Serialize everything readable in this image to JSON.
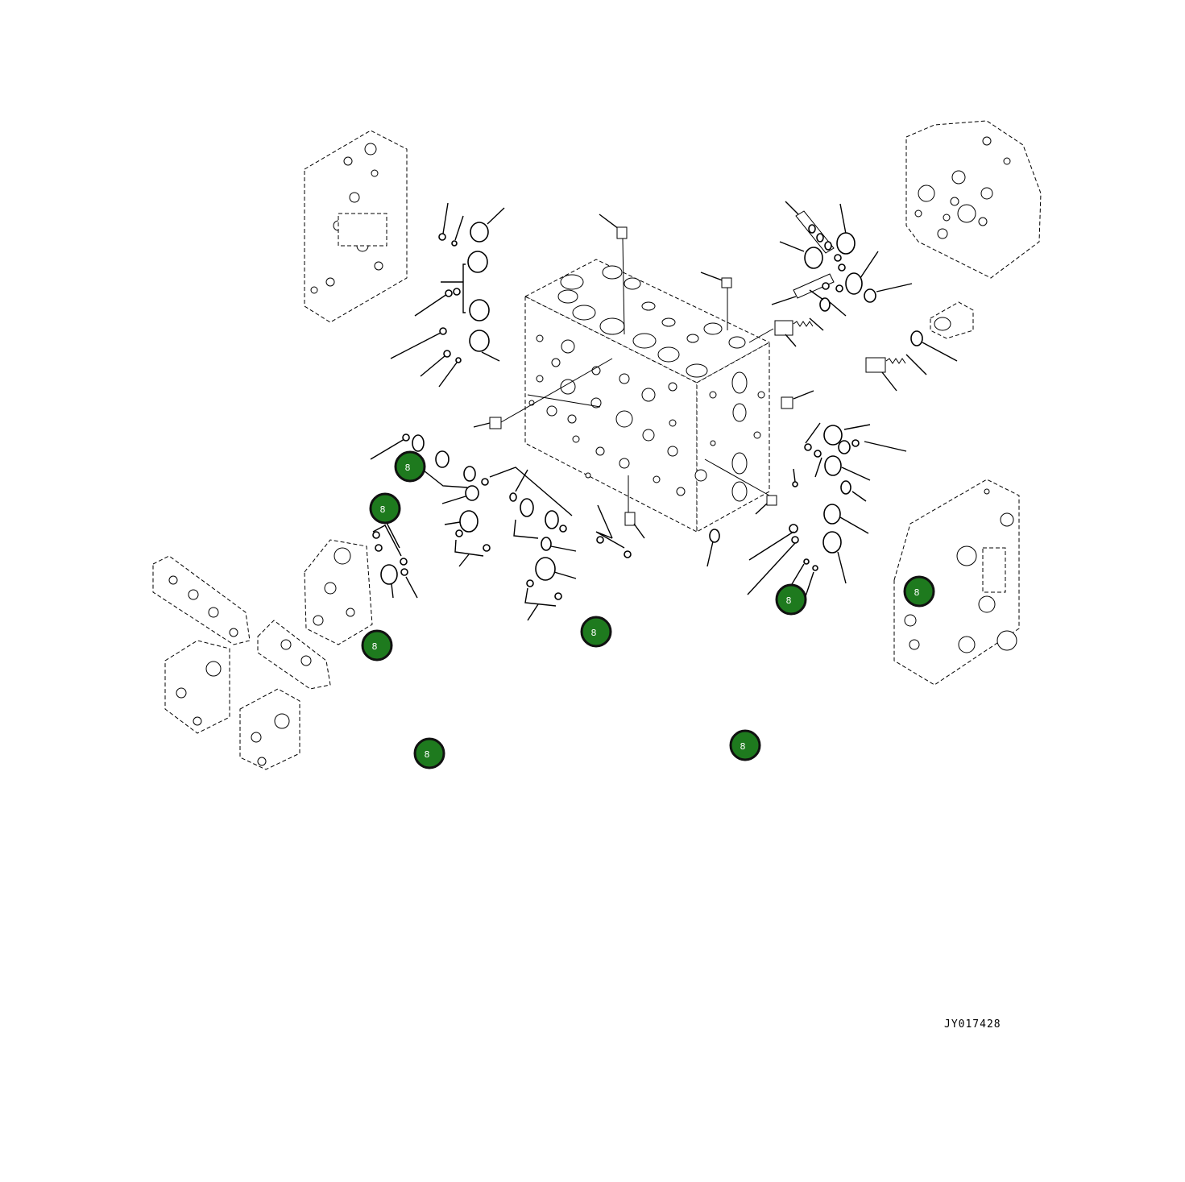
{
  "drawing": {
    "code": "JY017428"
  },
  "callouts": [
    {
      "label": "8"
    },
    {
      "label": "8"
    },
    {
      "label": "8"
    },
    {
      "label": "8"
    },
    {
      "label": "8"
    },
    {
      "label": "8"
    },
    {
      "label": "8"
    },
    {
      "label": "8"
    }
  ],
  "colors": {
    "callout_fill": "#1e7a1e",
    "line": "#000000",
    "background": "#ffffff"
  }
}
